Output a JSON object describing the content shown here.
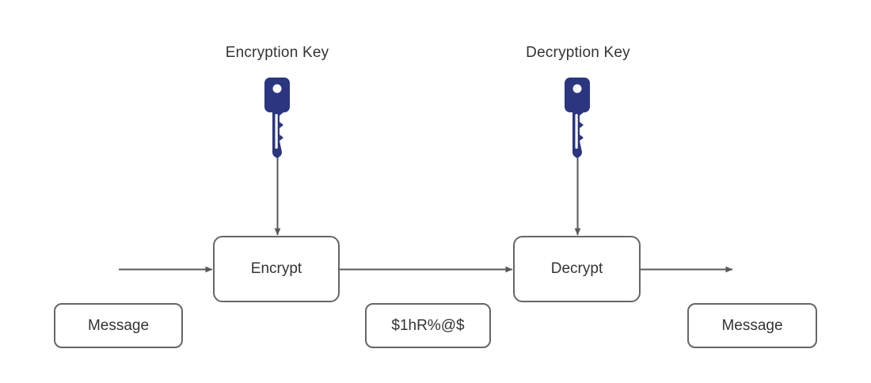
{
  "diagram": {
    "title_labels": [
      {
        "text": "Encryption Key",
        "name": "encryption-key-label"
      },
      {
        "text": "Decryption Key",
        "name": "decryption-key-label"
      }
    ],
    "process_boxes": [
      {
        "text": "Encrypt",
        "name": "encrypt-box"
      },
      {
        "text": "Decrypt",
        "name": "decrypt-box"
      }
    ],
    "data_boxes": [
      {
        "text": "Message",
        "name": "plaintext-message-box-left"
      },
      {
        "text": "$1hR%@$",
        "name": "ciphertext-box"
      },
      {
        "text": "Message",
        "name": "plaintext-message-box-right"
      }
    ],
    "icons": [
      {
        "name": "encryption-key-icon",
        "semantic": "key-icon"
      },
      {
        "name": "decryption-key-icon",
        "semantic": "key-icon"
      }
    ],
    "colors": {
      "key_blue": "#2B3580",
      "stroke_gray": "#666666",
      "text_gray": "#333333",
      "background": "#ffffff",
      "key_hole": "#ffffff"
    },
    "arrows": [
      {
        "name": "arrow-input-to-encrypt",
        "direction": "right"
      },
      {
        "name": "arrow-encrypt-to-decrypt",
        "direction": "right"
      },
      {
        "name": "arrow-decrypt-to-output",
        "direction": "right"
      },
      {
        "name": "arrow-encryption-key-to-encrypt",
        "direction": "down"
      },
      {
        "name": "arrow-decryption-key-to-decrypt",
        "direction": "down"
      }
    ]
  }
}
